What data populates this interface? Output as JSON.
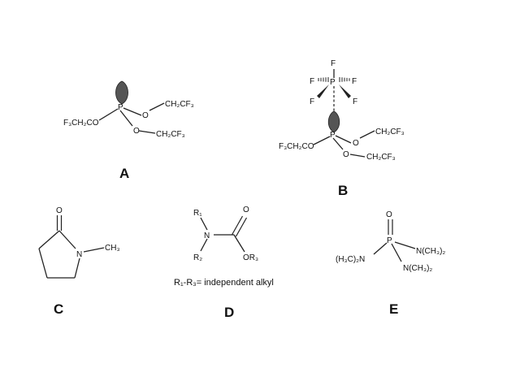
{
  "molecules": {
    "A": {
      "caption": "A",
      "atoms": {
        "p": "P",
        "o_right": "O",
        "ch2cf3_right": "CH₂CF₃",
        "f3ch2co": "F₃CH₂CO",
        "o_bottom": "O",
        "ch2cf3_bottom": "CH₂CF₃"
      }
    },
    "B": {
      "caption": "B",
      "atoms": {
        "f_top": "F",
        "f_left": "F",
        "f_right": "F",
        "f_lowleft": "F",
        "f_lowright": "F",
        "p_top": "P",
        "p": "P",
        "o_right": "O",
        "ch2cf3_right": "CH₂CF₃",
        "f3ch2co": "F₃CH₂CO",
        "o_bottom": "O",
        "ch2cf3_bottom": "CH₂CF₃"
      }
    },
    "C": {
      "caption": "C",
      "atoms": {
        "o": "O",
        "n": "N",
        "ch3": "CH₃"
      }
    },
    "D": {
      "caption": "D",
      "atoms": {
        "r1": "R₁",
        "r2": "R₂",
        "n": "N",
        "o_top": "O",
        "or3": "OR₃"
      },
      "note": "R₁-R₃= independent alkyl"
    },
    "E": {
      "caption": "E",
      "atoms": {
        "o": "O",
        "p": "P",
        "n_left": "(H₃C)₂N",
        "n_right": "N(CH₃)₂",
        "n_bottom": "N(CH₃)₂"
      }
    }
  },
  "colors": {
    "ink": "#111111",
    "lone_pair": "#555555",
    "background": "#ffffff"
  }
}
